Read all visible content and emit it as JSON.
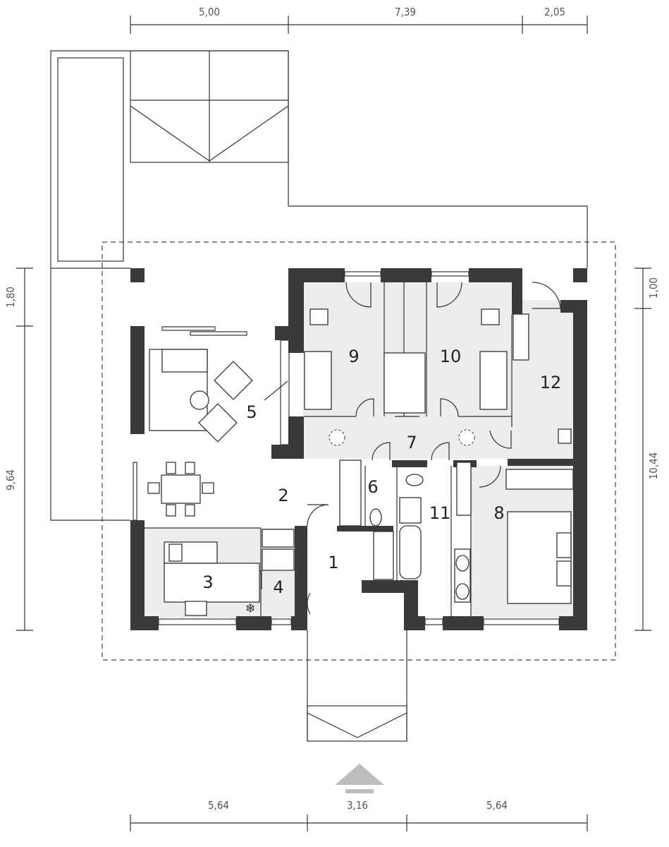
{
  "dimensions": {
    "top": [
      "5,00",
      "7,39",
      "2,05"
    ],
    "bottom": [
      "5,64",
      "3,16",
      "5,64"
    ],
    "left": [
      "1,80",
      "9,64"
    ],
    "right": [
      "1,00",
      "10,44"
    ]
  },
  "rooms": [
    "1",
    "2",
    "3",
    "4",
    "5",
    "6",
    "7",
    "8",
    "9",
    "10",
    "11",
    "12"
  ],
  "colors": {
    "wall": "#3a3a3a",
    "floor": "#ececec",
    "arrow": "#bdbdbd"
  }
}
